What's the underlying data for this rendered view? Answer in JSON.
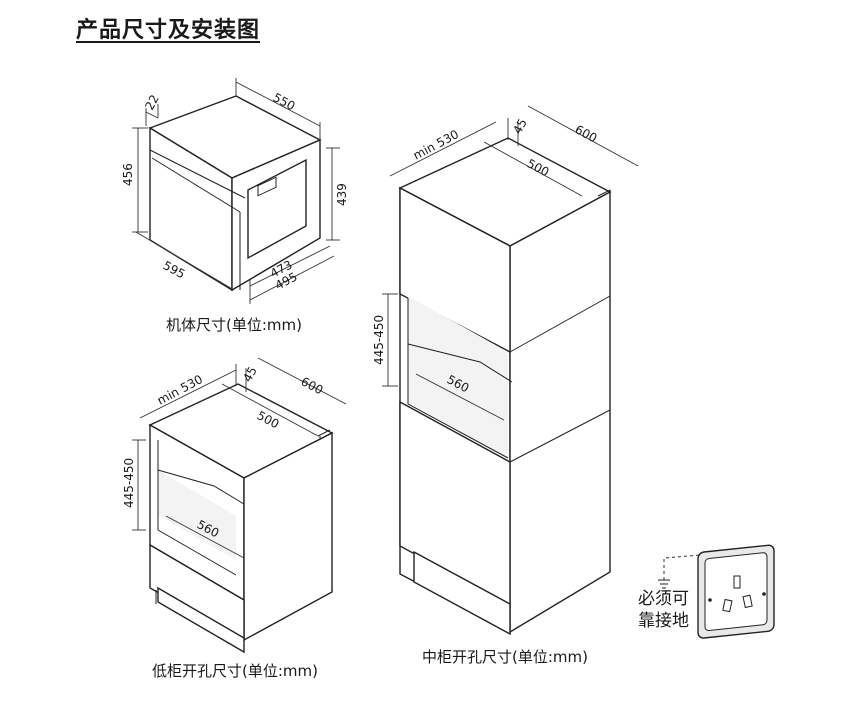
{
  "title": "产品尺寸及安装图",
  "captions": {
    "unit_dims": "机体尺寸(单位:mm)",
    "low_cabinet": "低柜开孔尺寸(单位:mm)",
    "mid_cabinet": "中柜开孔尺寸(单位:mm)"
  },
  "unit_dims": {
    "d22": "22",
    "d550": "550",
    "d456": "456",
    "d439": "439",
    "d595": "595",
    "d473": "473",
    "d495": "495"
  },
  "low_cabinet": {
    "min530": "min 530",
    "d45": "45",
    "d600": "600",
    "d500": "500",
    "d445_450": "445-450",
    "d560": "560"
  },
  "mid_cabinet": {
    "min530": "min 530",
    "d45": "45",
    "d600": "600",
    "d500": "500",
    "d445_450": "445-450",
    "d560": "560"
  },
  "earth_note": {
    "line1": "必须可",
    "line2": "靠接地"
  },
  "colors": {
    "line": "#222222",
    "socket_panel": "#e9e9e9"
  }
}
